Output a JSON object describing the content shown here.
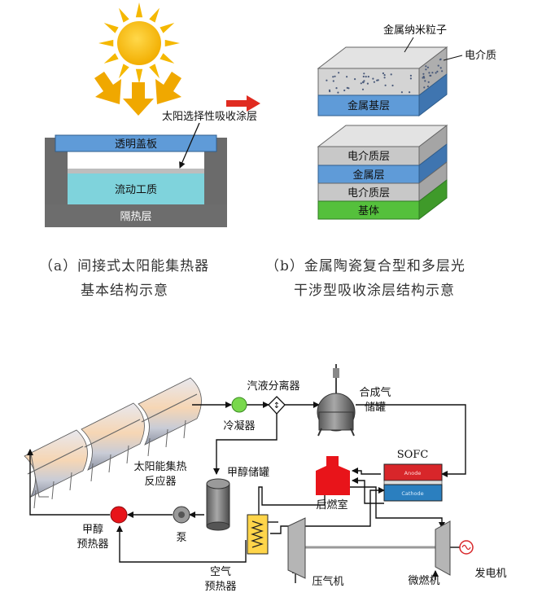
{
  "colors": {
    "sun": "#f5b800",
    "arrow": "#f0a800",
    "red_arrow": "#e02b20",
    "cover": "#5f9bd8",
    "fluid": "#7fd3dc",
    "insulation": "#6d6d6d",
    "frame": "#6b6b6b",
    "metal": "#5f9bd8",
    "dielectric": "#c8c8c8",
    "substrate": "#55c03c",
    "red": "#e8141a",
    "green": "#79d84d",
    "sofc_anode": "#d8262a",
    "sofc_cathode": "#2b7fbf"
  },
  "panel_a": {
    "cover_label": "透明盖板",
    "coating_label": "太阳选择性吸收涂层",
    "fluid_label": "流动工质",
    "insulation_label": "隔热层",
    "caption_line1": "（a）间接式太阳能集热器",
    "caption_line2": "基本结构示意"
  },
  "panel_b": {
    "nanoparticle_label": "金属纳米粒子",
    "dielectric_label": "电介质",
    "metal_base_label": "金属基层",
    "layers": [
      "电介质层",
      "金属层",
      "电介质层",
      "基体"
    ],
    "caption_line1": "（b）金属陶瓷复合型和多层光",
    "caption_line2": "干涉型吸收涂层结构示意"
  },
  "system": {
    "separator_label": "汽液分离器",
    "condenser_label": "冷凝器",
    "syngas_tank_line1": "合成气",
    "syngas_tank_line2": "储罐",
    "reactor_line1": "太阳能集热",
    "reactor_line2": "反应器",
    "methanol_tank_label": "甲醇储罐",
    "sofc_label": "SOFC",
    "anode_label": "Anode",
    "cathode_label": "Cathode",
    "afterburner_label": "后燃室",
    "preheater_line1": "甲醇",
    "preheater_line2": "预热器",
    "pump_label": "泵",
    "air_preheater_line1": "空气",
    "air_preheater_line2": "预热器",
    "compressor_label": "压气机",
    "turbine_label": "微燃机",
    "generator_label": "发电机"
  }
}
